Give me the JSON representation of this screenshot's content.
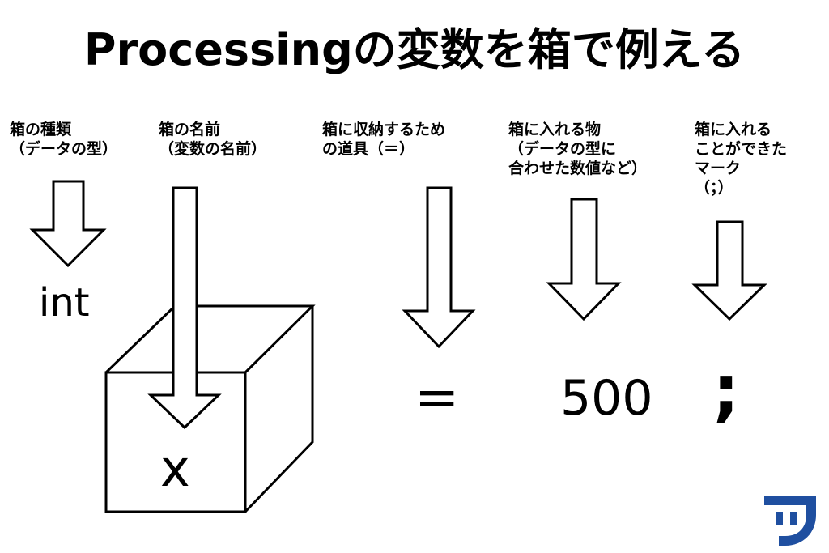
{
  "title": "Processingの変数を箱で例える",
  "labels": {
    "type": [
      "箱の種類",
      "（データの型）"
    ],
    "name": [
      "箱の名前",
      "（変数の名前）"
    ],
    "assign": [
      "箱に収納するため",
      "の道具（＝）"
    ],
    "value": [
      "箱に入れる物",
      "（データの型に",
      "合わせた数値など）"
    ],
    "end": [
      "箱に入れる",
      "ことができた",
      "マーク",
      "（；）"
    ]
  },
  "code": {
    "type": "int",
    "name": "x",
    "op": "=",
    "value": "500",
    "terminator": ";"
  },
  "colors": {
    "ink": "#000000",
    "background": "#ffffff",
    "logo": "#1f4fa0"
  },
  "icons": [
    "down-arrow-icon",
    "box-icon",
    "logo-icon"
  ]
}
